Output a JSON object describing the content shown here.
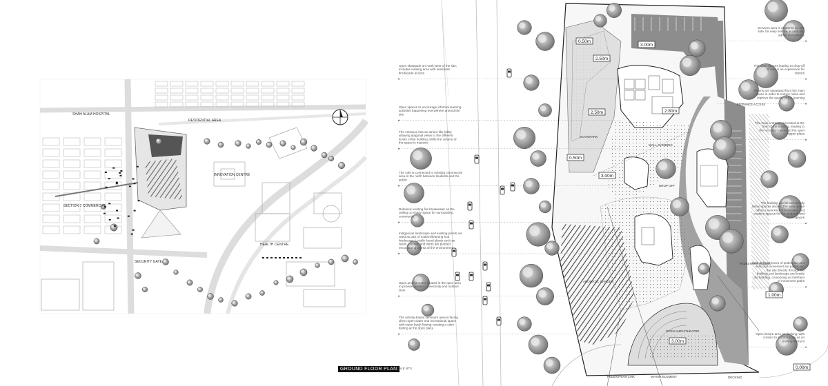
{
  "site_plan": {
    "labels": {
      "hospital": "SHAH ALAM HOSPITAL",
      "residential": "RESIDENTIAL AREA",
      "innovation": "INNOVATION CENTRE",
      "commercial": "SECTION 7 COMMERCIAL",
      "health": "HEALTH CENTRE",
      "security": "SECURITY GATE"
    }
  },
  "floor_plan": {
    "title": "GROUND FLOOR PLAN",
    "scale": "SCALE NTS",
    "zones": {
      "skatepark": "SKATEPARK",
      "wall_climbing": "WALL CLIMBING",
      "drop_off": "DROP OFF",
      "aromatic": "AROMATIC GARDEN",
      "amphitheatre": "OPEN AMPHITHEATRE",
      "pedestrian": "PEDESTRIAN LINK",
      "water": "WATER ELEMENT",
      "decking": "DECKING",
      "entrance": "ENTRANCE ACCESS",
      "pedestrian_access": "PEDESTRIAN ACCESS"
    },
    "levels": [
      "0.50m",
      "2.50m",
      "3.00m",
      "2.50m",
      "0.50m",
      "3.00m",
      "1.00m",
      "3.00m",
      "0.00m",
      "2.80m"
    ],
    "notes_left": [
      "Open skatepark on north-west of the site; includes viewing area with seamless fire/facade access",
      "Open spaces to encourage informal learning activities happening everywhere around the site",
      "The entrance has an atrium-like lobby allowing diagonal views to the different levels of the building, while the volume of the space is massive",
      "The cafe is connected to existing commercial area to the north between students and the public",
      "Retained existing fire breakwater as the ceiling on shady space for surrounding community",
      "Indigenous landscape and existing plants are used as part of makers/learning hub landscape. Locally found plants such as neem, pandan and mints are planted, encouraging aroma of the environment",
      "Open amphitheatre located in the open area to provide greater connectivity and outdoor view",
      "The activity-based seminars area is facing direct open water and recreational space with water body flowing creating a calm feeling at the open plaza"
    ],
    "notes_right": [
      "Services area is clustered on one side, for easy service access and admin surveillance",
      "The open spaces leading to drop-off of cars is an experience for visitors",
      "Rooms are separated from the main space in order to reduce noise and improve the quality of the learning",
      "The main entrance is located at the front of the building, leading to the reception desk and the open upper plaza",
      "The building and its structurally linked spaces above. The area above offers a new kind of innovative and creative spaces for the students and their spaces",
      "Well-defined zones of pedestrian and vehicular movement are pulled into the site directly through the building and landscape and inside the building, composing an interface of movement paths",
      "Open leisure area on decking; with contact to surface body as an inviting element"
    ]
  }
}
